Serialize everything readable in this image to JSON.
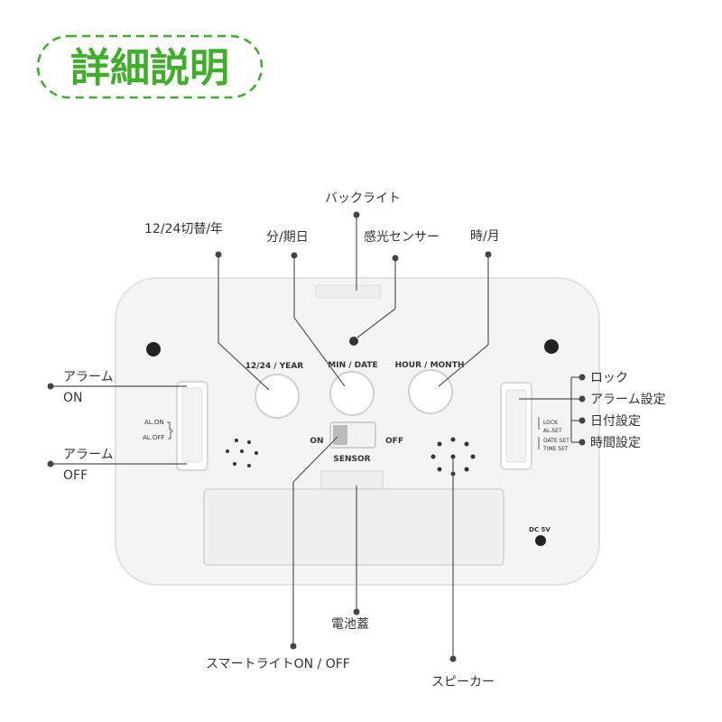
{
  "header": {
    "title": "詳細説明"
  },
  "callouts": {
    "backlight": "バックライト",
    "format_year": "12/24切替/年",
    "min_date": "分/期日",
    "light_sensor": "感光センサー",
    "hour_month": "時/月",
    "alarm_on_line1": "アラーム",
    "alarm_on_line2": "ON",
    "alarm_off_line1": "アラーム",
    "alarm_off_line2": "OFF",
    "lock": "ロック",
    "alarm_setting": "アラーム設定",
    "date_setting": "日付設定",
    "time_setting": "時間設定",
    "battery_cover": "電池蓋",
    "smart_light": "スマートライトON / OFF",
    "speaker": "スピーカー"
  },
  "device_labels": {
    "btn_year": "12/24 / YEAR",
    "btn_date": "MIN / DATE",
    "btn_month": "HOUR / MONTH",
    "al_on": "AL.ON",
    "al_off": "AL.OFF",
    "sensor_on": "ON",
    "sensor_off": "OFF",
    "sensor": "SENSOR",
    "lock": "LOCK",
    "al_set": "AL.SET",
    "date_set": "DATE SET",
    "time_set": "TIME SET",
    "dc": "DC 5V"
  },
  "colors": {
    "title_green": "#3fae2a",
    "body": "#f4f4f4",
    "line": "#555555"
  }
}
